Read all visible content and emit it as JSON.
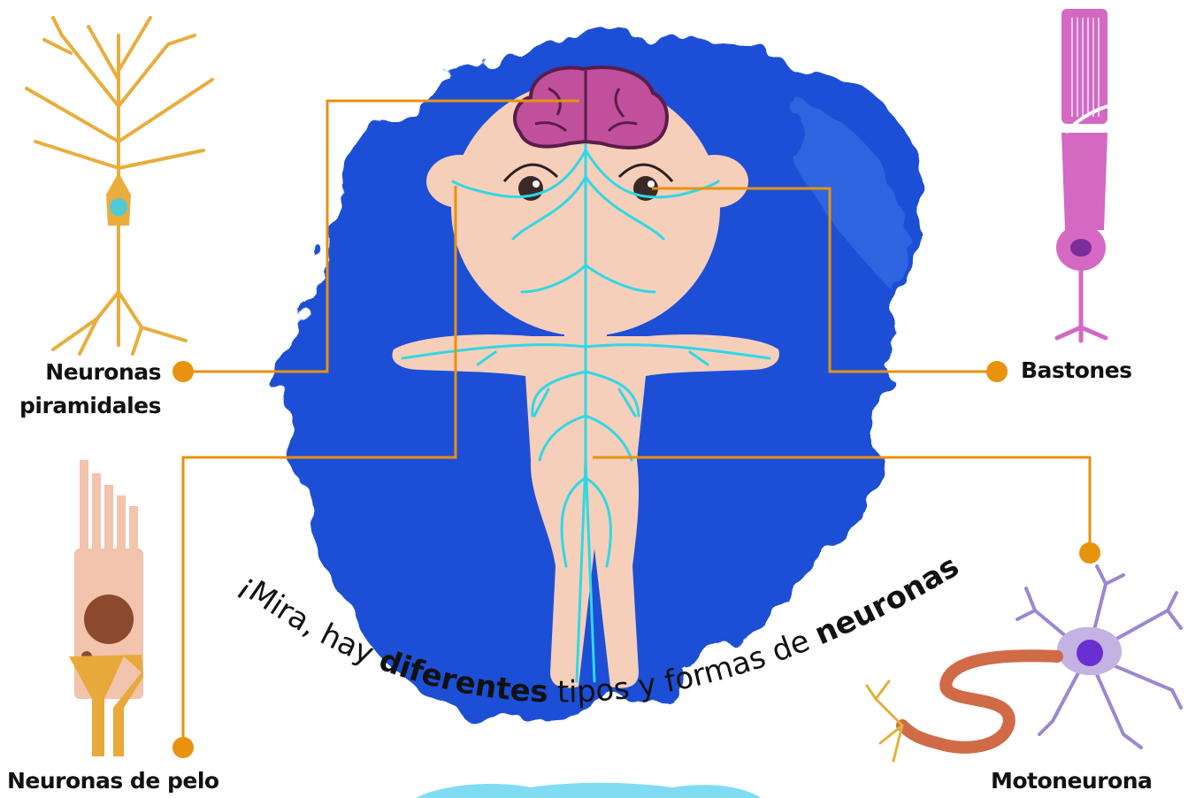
{
  "labels": {
    "pyramidal": {
      "line1": "Neuronas",
      "line2": "piramidales"
    },
    "rods": "Bastones",
    "hair": "Neuronas de pelo",
    "motor": "Motoneurona"
  },
  "caption": {
    "part1": "¡Mira, hay ",
    "bold1": "diferentes",
    "part2": " tipos y formas de ",
    "bold2": "neuronas",
    "part3": "!"
  },
  "colors": {
    "leader": "#e8920e",
    "blob": "#1a4fd6",
    "skin": "#f6cfba",
    "nerves": "#2fd8e6",
    "brain": "#c0509c",
    "pyramidal": "#e9ad3c",
    "rod": "#d468c3",
    "hair": "#f2c3ad",
    "motor_body": "#b9a8dc",
    "motor_axon": "#d06a47"
  }
}
